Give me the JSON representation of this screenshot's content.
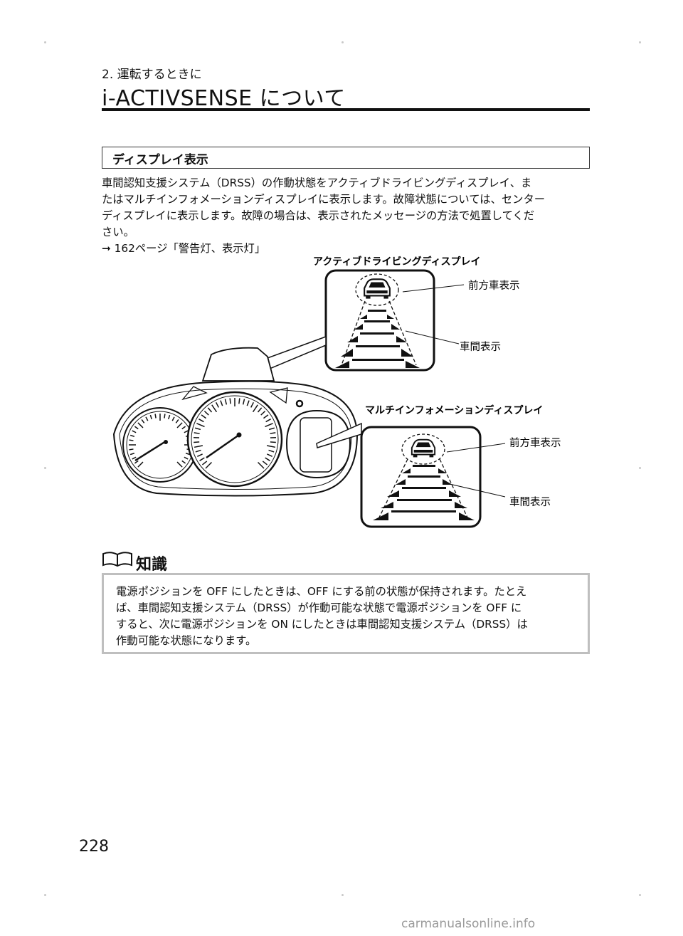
{
  "header": {
    "chapter": "2. 運転するときに",
    "title": "i-ACTIVSENSE について"
  },
  "section": {
    "title": "ディスプレイ表示",
    "paragraph_lines": [
      "車間認知支援システム（DRSS）の作動状態をアクティブドライビングディスプレイ、ま",
      "たはマルチインフォメーションディスプレイに表示します。故障状態については、センター",
      "ディスプレイに表示します。故障の場合は、表示されたメッセージの方法で処置してくだ",
      "さい。"
    ],
    "reference": "➞ 162ページ「警告灯、表示灯」"
  },
  "diagram": {
    "active_driving_display_label": "アクティブドライビングディスプレイ",
    "multi_info_display_label": "マルチインフォメーションディスプレイ",
    "callouts": {
      "add_front_vehicle": "前方車表示",
      "add_distance": "車間表示",
      "mid_front_vehicle": "前方車表示",
      "mid_distance": "車間表示"
    }
  },
  "note": {
    "title": "知識",
    "lines": [
      "電源ポジションを OFF にしたときは、OFF にする前の状態が保持されます。たとえ",
      "ば、車間認知支援システム（DRSS）が作動可能な状態で電源ポジションを OFF に",
      "すると、次に電源ポジションを ON にしたときは車間認知支援システム（DRSS）は",
      "作動可能な状態になります。"
    ]
  },
  "footer": {
    "page_number": "228",
    "watermark": "carmanualsonline.info"
  }
}
